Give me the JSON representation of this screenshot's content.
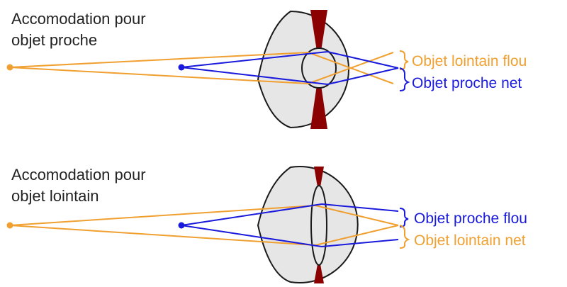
{
  "panels": [
    {
      "title_line1": "Accomodation pour",
      "title_line2": "objet proche",
      "label_top": "Objet lointain flou",
      "label_bottom": "Objet proche net"
    },
    {
      "title_line1": "Accomodation pour",
      "title_line2": "objet lointain",
      "label_top": "Objet proche flou",
      "label_bottom": "Objet lointain net"
    }
  ],
  "colors": {
    "far_object": "#F0A030",
    "near_object": "#1A1ADC",
    "iris": "#8B0000",
    "eye_fill": "#E6E6E6",
    "eye_outline": "#1A1A1A",
    "text": "#222222"
  },
  "icons": {
    "far_object_marker": "orange-dot",
    "near_object_marker": "blue-dot",
    "focus_brace": "curly-brace"
  }
}
